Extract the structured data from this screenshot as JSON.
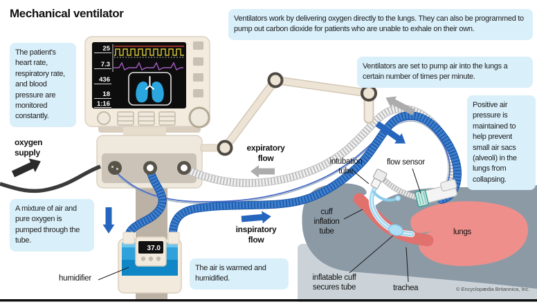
{
  "title": "Mechanical ventilator",
  "copyright": "© Encyclopædia Britannica, Inc.",
  "callouts": {
    "monitoring": "The patient's heart rate, respiratory rate, and blood pressure are monitored constantly.",
    "how_it_works": "Ventilators work by delivering oxygen directly to the lungs. They can also be programmed to pump out carbon dioxide for patients who are unable to exhale on their own.",
    "pump_rate": "Ventilators are set to pump air into the lungs a certain number of times per minute.",
    "positive_pressure": "Positive air pressure is maintained to help prevent small air sacs (alveoli) in the lungs from collapsing.",
    "air_mixture": "A mixture of air and pure oxygen is pumped through the tube.",
    "warmed_air": "The air is warmed and humidified."
  },
  "labels": {
    "oxygen_supply": "oxygen\nsupply",
    "expiratory_flow": "expiratory\nflow",
    "inspiratory_flow": "inspiratory\nflow",
    "humidifier": "humidifier",
    "intubation_tube": "intubation\ntube",
    "flow_sensor": "flow sensor",
    "cuff_inflation_tube": "cuff\ninflation\ntube",
    "inflatable_cuff": "inflatable cuff\nsecures tube",
    "trachea": "trachea",
    "lungs": "lungs"
  },
  "monitor": {
    "readings": [
      "25",
      "7.3",
      "436",
      "18",
      "1:16"
    ]
  },
  "humidifier": {
    "display": "37.0"
  },
  "colors": {
    "callout_bg": "#d9effa",
    "tube_blue": "#4080ce",
    "expiratory_tube_gray": "#efefef",
    "machine_cream": "#efe8dc",
    "humidifier_blue": "#1d96d4",
    "patient_body_gray": "#8c9aa6",
    "lungs_pink": "#ee8f8b",
    "trachea_pink": "#e0716d",
    "screen_lungs_blue": "#2ba7e0",
    "arrow_blue": "#2565be",
    "arrow_gray": "#acacac"
  }
}
